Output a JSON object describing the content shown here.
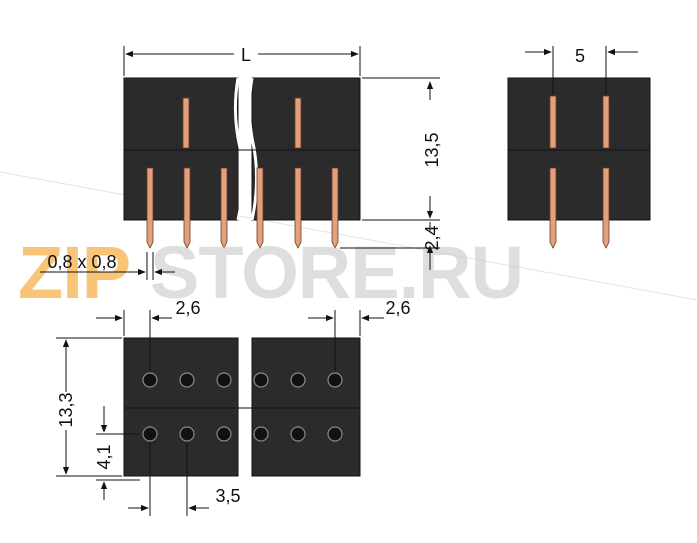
{
  "dimensions": {
    "length_label": "L",
    "pitch_top": "5",
    "height": "13,5",
    "pin_length": "2,4",
    "pin_section": "0,8 x 0,8",
    "edge_left": "2,6",
    "edge_right": "2,6",
    "footprint_height": "13,3",
    "row_spacing": "4,1",
    "pitch_bottom": "3,5"
  },
  "watermark": {
    "part1": "ZIP",
    "part2": "STORE.RU",
    "color1": "#f5b04a",
    "color2": "#c8c8c8"
  }
}
